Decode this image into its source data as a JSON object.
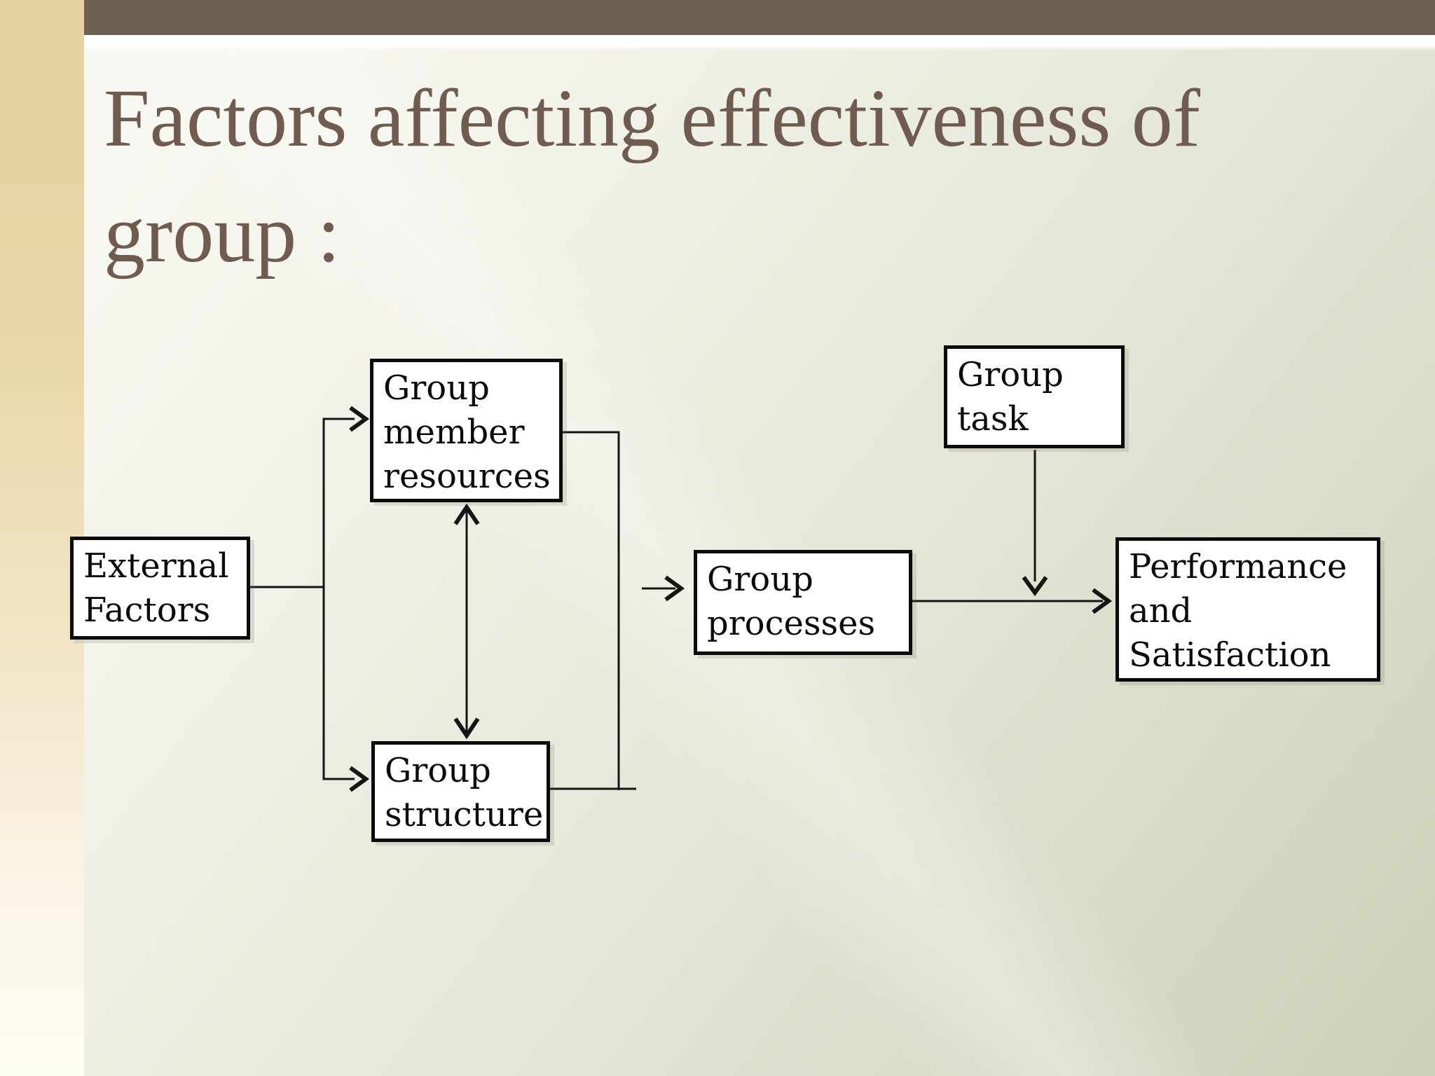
{
  "slide": {
    "title": "Factors affecting effectiveness of group :",
    "title_line1": "Factors affecting effectiveness of",
    "title_line2": "group :"
  },
  "diagram": {
    "nodes": [
      {
        "id": "external-factors",
        "label": "External Factors"
      },
      {
        "id": "group-member-resources",
        "label": "Group member resources"
      },
      {
        "id": "group-structure",
        "label": "Group structure"
      },
      {
        "id": "group-processes",
        "label": "Group processes"
      },
      {
        "id": "group-task",
        "label": "Group task"
      },
      {
        "id": "performance-satisfaction",
        "label": "Performance and Satisfaction"
      }
    ],
    "edges": [
      {
        "from": "external-factors",
        "to": "group-member-resources",
        "type": "arrow"
      },
      {
        "from": "external-factors",
        "to": "group-structure",
        "type": "arrow"
      },
      {
        "from": "group-member-resources",
        "to": "group-structure",
        "type": "double-arrow"
      },
      {
        "from": "group-member-resources",
        "to": "group-processes",
        "type": "elbow-line"
      },
      {
        "from": "group-structure",
        "to": "group-processes",
        "type": "elbow-line"
      },
      {
        "from": "group-processes",
        "to": "performance-satisfaction",
        "type": "arrow"
      },
      {
        "from": "group-task",
        "to": "group-processes->performance-satisfaction",
        "type": "moderator-arrow"
      }
    ]
  },
  "colors": {
    "left_strip_top": "#e8d2a0",
    "left_strip_bottom": "#fdfcf5",
    "top_bar": "#6e6152",
    "title_text": "#6f5b50",
    "background_top_left": "#fbfbf6",
    "background_bottom_right": "#ccd0b8",
    "node_fill": "#ffffff",
    "node_border": "#0b0b0b",
    "connector": "#151515"
  }
}
